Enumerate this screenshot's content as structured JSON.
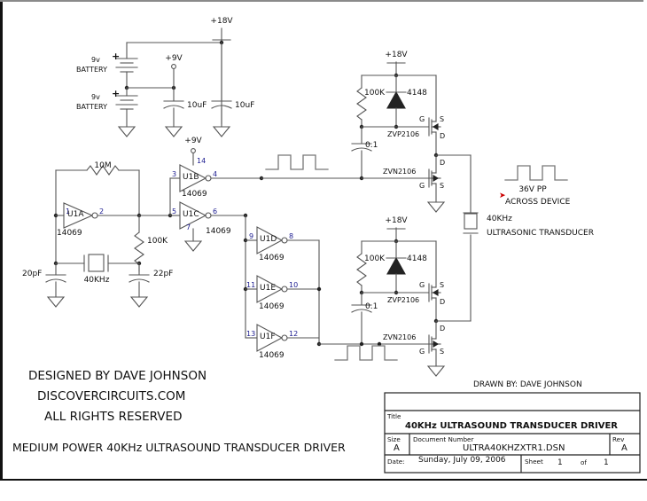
{
  "sheet": {
    "title_block": {
      "title_caption": "Title",
      "title": "40KHz ULTRASOUND TRANSDUCER DRIVER",
      "size_caption": "Size",
      "size": "A",
      "docnum_caption": "Document Number",
      "docnum": "ULTRA40KHZXTR1.DSN",
      "rev_caption": "Rev",
      "rev": "A",
      "date_caption": "Date:",
      "date": "Sunday, July 09, 2006",
      "sheet_caption": "Sheet",
      "sheet_num": "1",
      "sheet_of": "of",
      "sheet_total": "1"
    },
    "drawn_by": "DRAWN BY:  DAVE JOHNSON",
    "credits": [
      "DESIGNED BY DAVE JOHNSON",
      "DISCOVERCIRCUITS.COM",
      "ALL RIGHTS RESERVED"
    ],
    "caption": "MEDIUM POWER 40KHz ULTRASOUND TRANSDUCER DRIVER"
  },
  "power": {
    "rail_18v_top": "+18V",
    "rail_9v_top": "+9V",
    "rail_9v_bottom": "+9V",
    "batt1_value": "9v",
    "batt1_name": "BATTERY",
    "batt2_value": "9v",
    "batt2_name": "BATTERY",
    "cap_9v": "10uF",
    "cap_18v": "10uF",
    "plus1": "+",
    "plus2": "+"
  },
  "oscillator": {
    "feedback_resistor": "10M",
    "series_resistor": "100K",
    "cap_in": "20pF",
    "cap_out": "22pF",
    "crystal": "40KHz",
    "u1a": {
      "ref": "U1A",
      "part": "14069",
      "pin_in": "1",
      "pin_out": "2"
    },
    "u1b": {
      "ref": "U1B",
      "part": "14069",
      "pin_in": "3",
      "pin_out": "4",
      "pin_vdd": "14",
      "vdd_label": "+9V"
    },
    "u1c": {
      "ref": "U1C",
      "part": "14069",
      "pin_in": "5",
      "pin_out": "6",
      "pin_vss": "7"
    }
  },
  "inverter_chain": [
    {
      "ref": "U1D",
      "part": "14069",
      "pin_in": "9",
      "pin_out": "8"
    },
    {
      "ref": "U1E",
      "part": "14069",
      "pin_in": "11",
      "pin_out": "10"
    },
    {
      "ref": "U1F",
      "part": "14069",
      "pin_in": "13",
      "pin_out": "12"
    }
  ],
  "driver_top": {
    "rail": "+18V",
    "pullup": "100K",
    "diode": "4148",
    "cap": "0.1",
    "pmos": "ZVP2106",
    "nmos": "ZVN2106",
    "pmos_g": "G",
    "pmos_s": "S",
    "pmos_d": "D",
    "nmos_g": "G",
    "nmos_s": "S",
    "nmos_d": "D"
  },
  "driver_bottom": {
    "rail": "+18V",
    "pullup": "100K",
    "diode": "4148",
    "cap": "0.1",
    "pmos": "ZVP2106",
    "nmos": "ZVN2106",
    "pmos_g": "G",
    "pmos_s": "S",
    "pmos_d": "D",
    "nmos_g": "G",
    "nmos_s": "S",
    "nmos_d": "D"
  },
  "load": {
    "amplitude": "36V PP",
    "across": "ACROSS DEVICE",
    "freq": "40KHz",
    "device": "ULTRASONIC TRANSDUCER",
    "arrow_color": "#cc0000"
  }
}
